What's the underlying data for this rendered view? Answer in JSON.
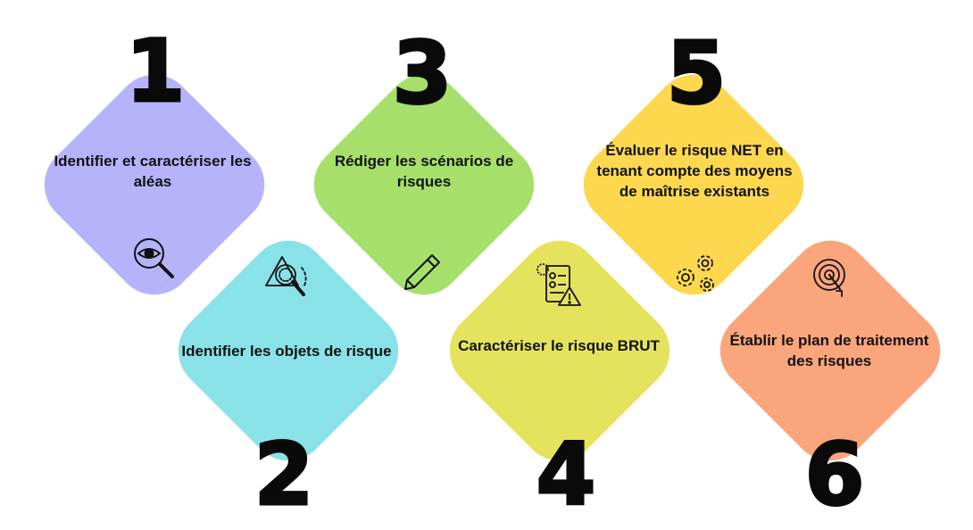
{
  "steps": [
    {
      "number": "1",
      "label": "Identifier et caractériser les aléas",
      "color": "#b7b3fb",
      "icon": "magnifier-eye-icon"
    },
    {
      "number": "2",
      "label": "Identifier les objets de risque",
      "color": "#89e2e8",
      "icon": "warning-magnifier-icon"
    },
    {
      "number": "3",
      "label": "Rédiger les scénarios de risques",
      "color": "#a6e06a",
      "icon": "pencil-icon"
    },
    {
      "number": "4",
      "label": "Caractériser le risque BRUT",
      "color": "#e5e35e",
      "icon": "risk-document-icon"
    },
    {
      "number": "5",
      "label": "Évaluer le risque NET en tenant compte des moyens de maîtrise existants",
      "color": "#fdd84f",
      "icon": "gears-icon"
    },
    {
      "number": "6",
      "label": "Établir le plan de traitement des risques",
      "color": "#fba57c",
      "icon": "target-icon"
    }
  ]
}
